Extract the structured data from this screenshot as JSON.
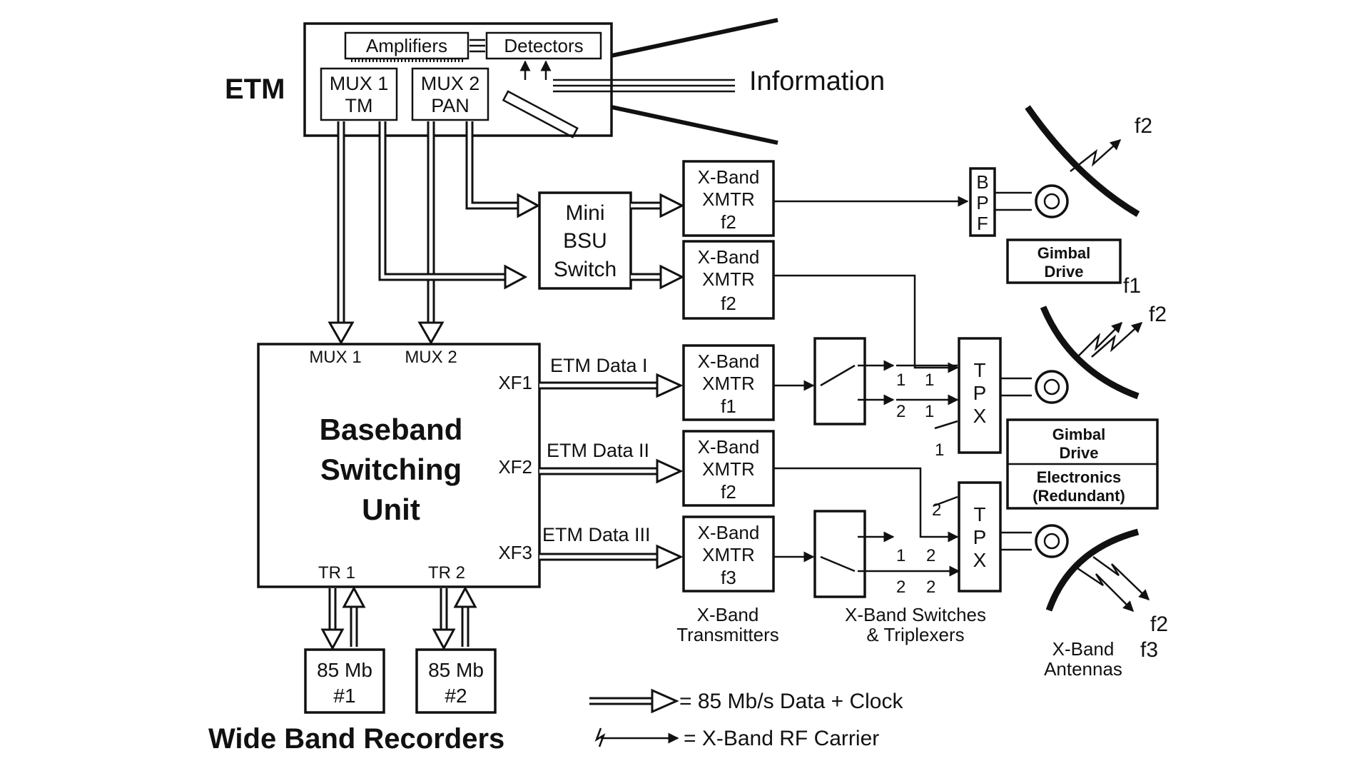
{
  "etm": {
    "label": "ETM",
    "amplifiers": "Amplifiers",
    "detectors": "Detectors",
    "mux1": [
      "MUX 1",
      "TM"
    ],
    "mux2": [
      "MUX 2",
      "PAN"
    ],
    "information": "Information"
  },
  "bsu": {
    "title": [
      "Baseband",
      "Switching",
      "Unit"
    ],
    "mux1": "MUX 1",
    "mux2": "MUX 2",
    "xf1": "XF1",
    "xf2": "XF2",
    "xf3": "XF3",
    "tr1": "TR 1",
    "tr2": "TR 2"
  },
  "mini_bsu": [
    "Mini",
    "BSU",
    "Switch"
  ],
  "transmitters": {
    "top1": [
      "X-Band",
      "XMTR",
      "f2"
    ],
    "top2": [
      "X-Band",
      "XMTR",
      "f2"
    ],
    "t1": [
      "X-Band",
      "XMTR",
      "f1"
    ],
    "t2": [
      "X-Band",
      "XMTR",
      "f2"
    ],
    "t3": [
      "X-Band",
      "XMTR",
      "f3"
    ],
    "caption": [
      "X-Band",
      "Transmitters"
    ]
  },
  "data_labels": {
    "d1": "ETM Data I",
    "d2": "ETM Data II",
    "d3": "ETM Data III"
  },
  "switches": {
    "caption": [
      "X-Band Switches",
      "& Triplexers"
    ],
    "port1": "1",
    "port2": "2"
  },
  "bpf": [
    "B",
    "P",
    "F"
  ],
  "tpx": [
    "T",
    "P",
    "X"
  ],
  "gimbal_drive": [
    "Gimbal",
    "Drive"
  ],
  "electronics": [
    "Electronics",
    "(Redundant)"
  ],
  "antennas": {
    "caption": [
      "X-Band",
      "Antennas"
    ],
    "f1": "f1",
    "f2": "f2",
    "f3": "f3"
  },
  "recorders": {
    "r1": [
      "85 Mb",
      "#1"
    ],
    "r2": [
      "85 Mb",
      "#2"
    ],
    "caption": "Wide Band Recorders"
  },
  "legend": {
    "data": "= 85 Mb/s Data + Clock",
    "rf": "= X-Band RF Carrier"
  }
}
